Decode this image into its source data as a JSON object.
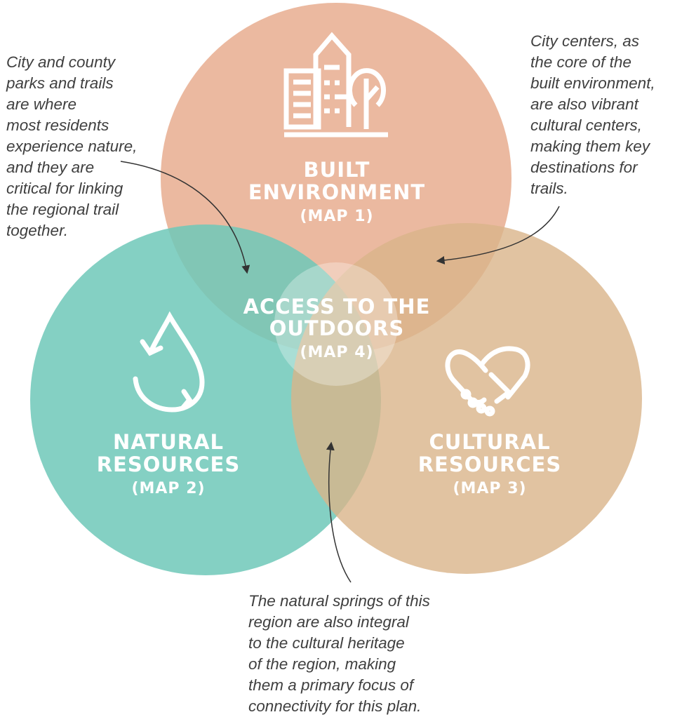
{
  "circles": {
    "built": {
      "title_line1": "BUILT",
      "title_line2": "ENVIRONMENT",
      "map": "(MAP 1)",
      "color": "#e6a888",
      "icon": "buildings-tree-icon"
    },
    "natural": {
      "title_line1": "NATURAL",
      "title_line2": "RESOURCES",
      "map": "(MAP 2)",
      "color": "#6fc8b8",
      "icon": "water-drop-cycle-icon"
    },
    "cultural": {
      "title_line1": "CULTURAL",
      "title_line2": "RESOURCES",
      "map": "(MAP 3)",
      "color": "#d9b48a",
      "icon": "handshake-heart-icon"
    },
    "access": {
      "title_line1": "ACCESS TO THE",
      "title_line2": "OUTDOORS",
      "map": "(MAP 4)"
    }
  },
  "annotations": {
    "parks": "City and county\nparks and trails\nare where\nmost residents\nexperience nature,\nand they are\ncritical for linking\nthe regional trail\ntogether.",
    "city_centers": "City centers, as\nthe core of the\nbuilt environment,\nare also vibrant\ncultural centers,\nmaking them key\ndestinations for\ntrails.",
    "springs": "The natural springs of this\nregion are also integral\nto the cultural heritage\nof the region, making\nthem a primary focus of\nconnectivity for this plan."
  }
}
